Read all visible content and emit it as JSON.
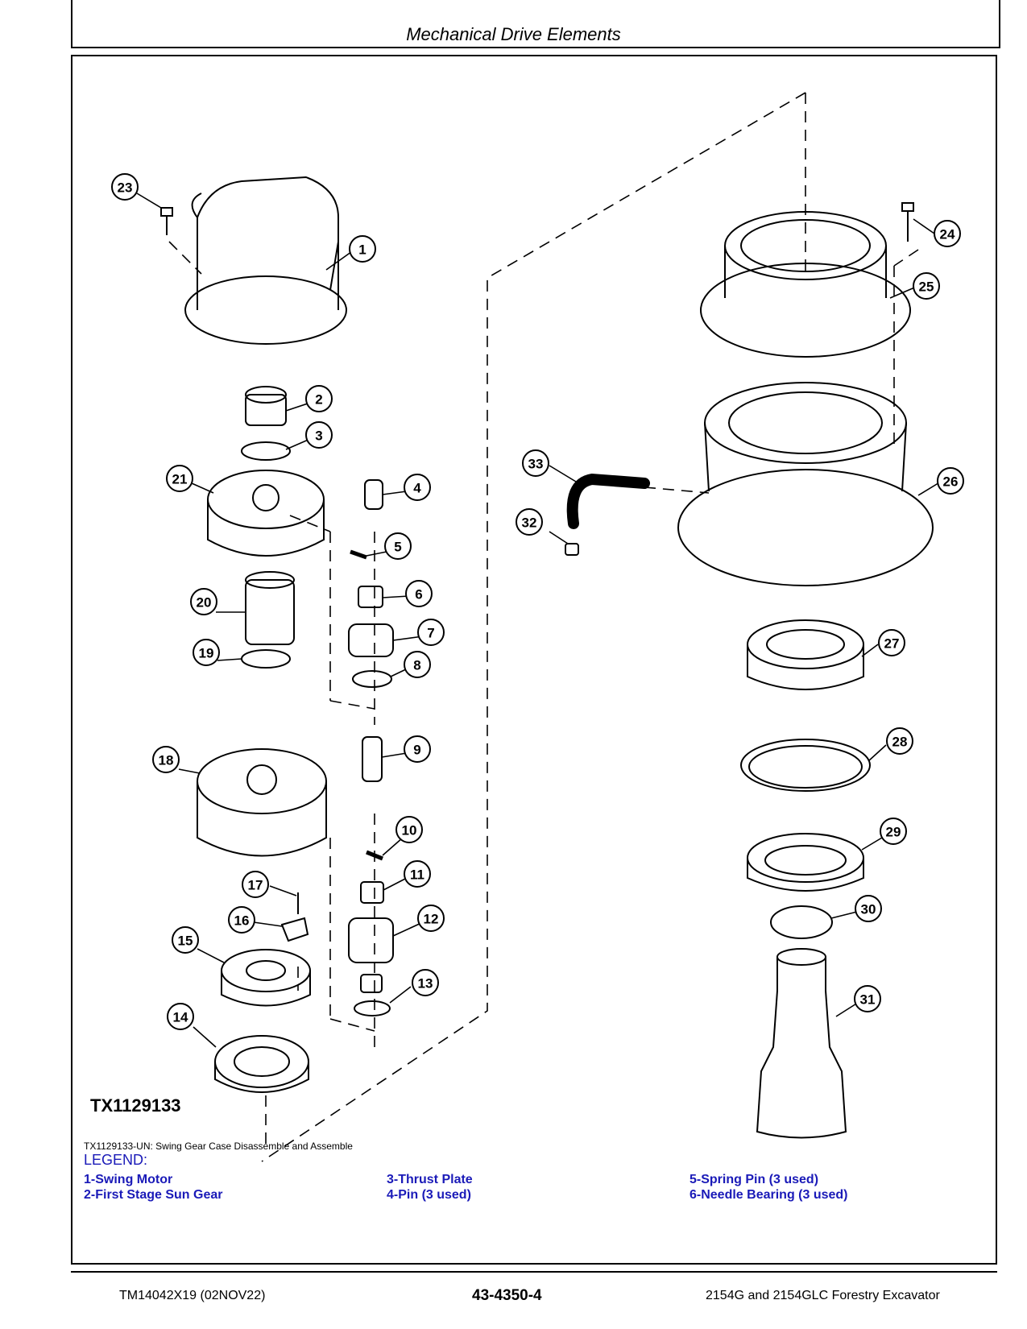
{
  "header": {
    "section_title": "Mechanical Drive Elements"
  },
  "figure": {
    "id": "TX1129133",
    "caption": "TX1129133-UN: Swing Gear Case Disassemble and Assemble",
    "callouts": [
      "1",
      "2",
      "3",
      "4",
      "5",
      "6",
      "7",
      "8",
      "9",
      "10",
      "11",
      "12",
      "13",
      "14",
      "15",
      "16",
      "17",
      "18",
      "19",
      "20",
      "21",
      "23",
      "24",
      "25",
      "26",
      "27",
      "28",
      "29",
      "30",
      "31",
      "32",
      "33"
    ]
  },
  "legend": {
    "heading": "LEGEND:",
    "items": [
      "1-Swing Motor",
      "2-First Stage Sun Gear",
      "3-Thrust Plate",
      "4-Pin (3 used)",
      "5-Spring Pin (3 used)",
      "6-Needle Bearing (3 used)"
    ]
  },
  "footer": {
    "doc_id": "TM14042X19 (02NOV22)",
    "page_number": "43-4350-4",
    "machine": "2154G and 2154GLC Forestry Excavator"
  }
}
